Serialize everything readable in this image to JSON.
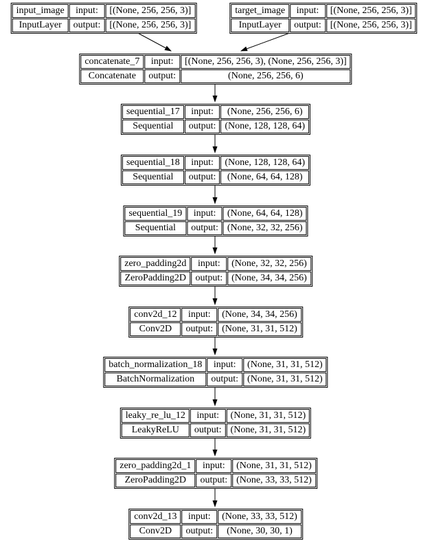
{
  "labels": {
    "input": "input:",
    "output": "output:"
  },
  "colors": {
    "border": "#000000",
    "background": "#ffffff",
    "text": "#000000"
  },
  "nodes": [
    {
      "name": "input_image",
      "type": "InputLayer",
      "input": "[(None, 256, 256, 3)]",
      "output": "[(None, 256, 256, 3)]"
    },
    {
      "name": "target_image",
      "type": "InputLayer",
      "input": "[(None, 256, 256, 3)]",
      "output": "[(None, 256, 256, 3)]"
    },
    {
      "name": "concatenate_7",
      "type": "Concatenate",
      "input": "[(None, 256, 256, 3), (None, 256, 256, 3)]",
      "output": "(None, 256, 256, 6)"
    },
    {
      "name": "sequential_17",
      "type": "Sequential",
      "input": "(None, 256, 256, 6)",
      "output": "(None, 128, 128, 64)"
    },
    {
      "name": "sequential_18",
      "type": "Sequential",
      "input": "(None, 128, 128, 64)",
      "output": "(None, 64, 64, 128)"
    },
    {
      "name": "sequential_19",
      "type": "Sequential",
      "input": "(None, 64, 64, 128)",
      "output": "(None, 32, 32, 256)"
    },
    {
      "name": "zero_padding2d",
      "type": "ZeroPadding2D",
      "input": "(None, 32, 32, 256)",
      "output": "(None, 34, 34, 256)"
    },
    {
      "name": "conv2d_12",
      "type": "Conv2D",
      "input": "(None, 34, 34, 256)",
      "output": "(None, 31, 31, 512)"
    },
    {
      "name": "batch_normalization_18",
      "type": "BatchNormalization",
      "input": "(None, 31, 31, 512)",
      "output": "(None, 31, 31, 512)"
    },
    {
      "name": "leaky_re_lu_12",
      "type": "LeakyReLU",
      "input": "(None, 31, 31, 512)",
      "output": "(None, 31, 31, 512)"
    },
    {
      "name": "zero_padding2d_1",
      "type": "ZeroPadding2D",
      "input": "(None, 31, 31, 512)",
      "output": "(None, 33, 33, 512)"
    },
    {
      "name": "conv2d_13",
      "type": "Conv2D",
      "input": "(None, 33, 33, 512)",
      "output": "(None, 30, 30, 1)"
    }
  ]
}
